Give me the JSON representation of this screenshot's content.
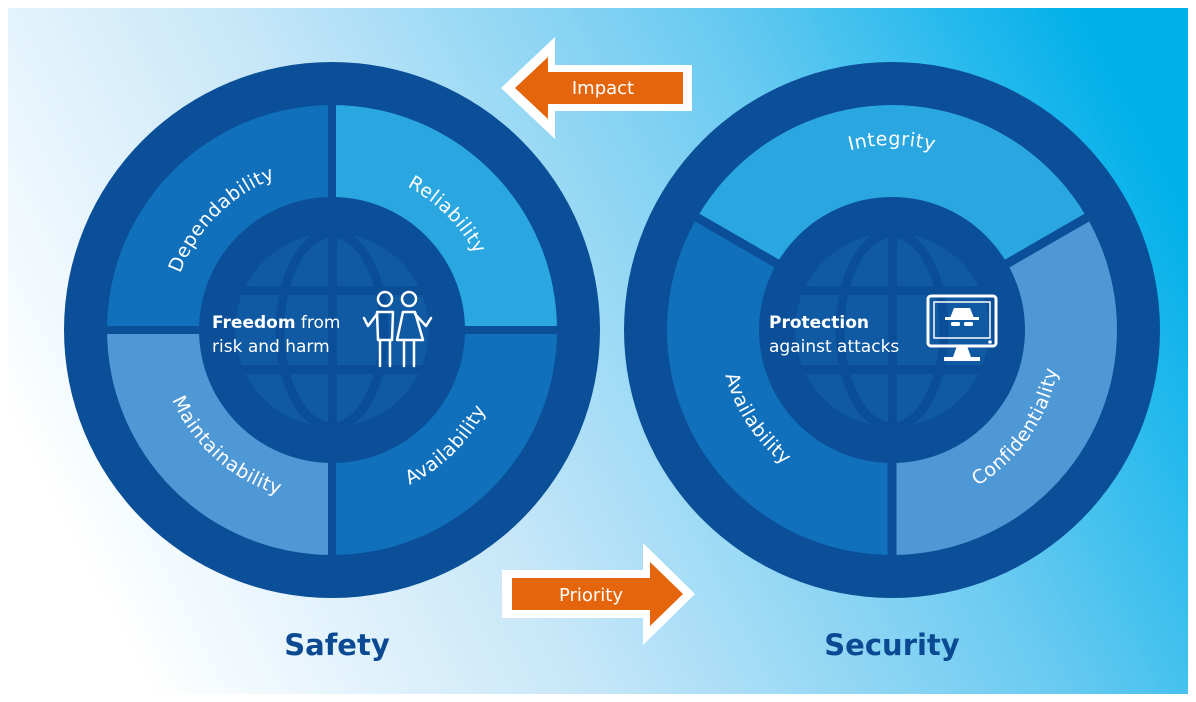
{
  "colors": {
    "ring_dark": "#0a4f97",
    "segment_mid": "#1170bb",
    "segment_light": "#2aa6e0",
    "segment_pale": "#4f98d6",
    "arrow_orange": "#e4650c",
    "title_blue": "#0b4a93",
    "background_left": "#ffffff",
    "background_right": "#00aee8"
  },
  "safety": {
    "title": "Safety",
    "center_bold": "Freedom",
    "center_rest": " from",
    "center_line2": "risk and harm",
    "center_icon": "two-people-icon",
    "segments": {
      "top_left": "Dependability",
      "top_right": "Reliability",
      "bottom_left": "Maintainability",
      "bottom_right": "Availability"
    }
  },
  "security": {
    "title": "Security",
    "center_bold": "Protection",
    "center_line2": "against attacks",
    "center_icon": "hacker-monitor-icon",
    "segments": {
      "top": "Integrity",
      "left": "Availability",
      "right": "Confidentiality"
    }
  },
  "arrows": {
    "impact": "Impact",
    "priority": "Priority"
  }
}
